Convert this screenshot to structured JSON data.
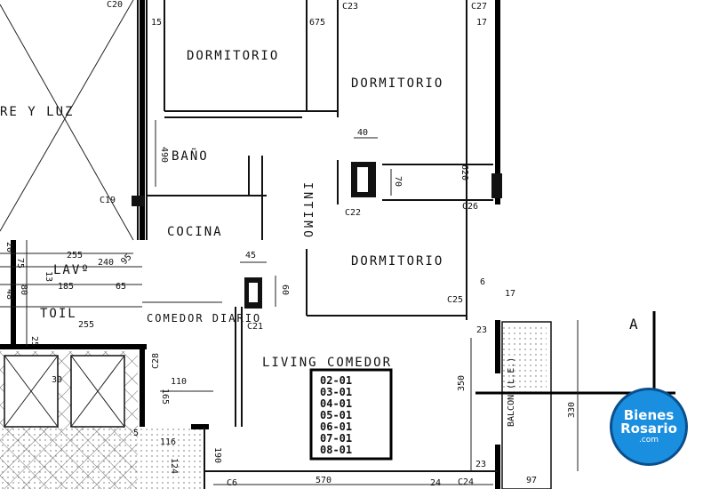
{
  "rooms": {
    "dormitorio_1": "DORMITORIO",
    "dormitorio_2": "DORMITORIO",
    "dormitorio_3": "DORMITORIO",
    "bano": "BAÑO",
    "cocina": "COCINA",
    "intimo": "INTIMO",
    "lav": "LAVº",
    "toil": "TOIL",
    "comedor_diario": "COMEDOR DIARIO",
    "living_comedor": "LIVING COMEDOR",
    "balcon": "BALCON (L.E.)",
    "aire_luz": "RE Y LUZ"
  },
  "columns": [
    "C20",
    "C23",
    "C27",
    "C19",
    "C22",
    "C26",
    "C25",
    "C21",
    "C28",
    "C6",
    "C24"
  ],
  "dimensions": [
    "15",
    "675",
    "17",
    "490",
    "40",
    "620",
    "70",
    "255",
    "240",
    "185",
    "65",
    "255",
    "45",
    "60",
    "23",
    "6",
    "17",
    "110",
    "165",
    "350",
    "330",
    "116",
    "190",
    "124",
    "570",
    "24",
    "23",
    "97",
    "75",
    "25",
    "48",
    "80",
    "95",
    "5",
    "20",
    "13",
    "30"
  ],
  "units": [
    "02-01",
    "03-01",
    "04-01",
    "05-01",
    "06-01",
    "07-01",
    "08-01"
  ],
  "section_marker": "A",
  "logo": {
    "line1": "Bienes",
    "line2": "Rosario",
    "line3": ".com"
  }
}
